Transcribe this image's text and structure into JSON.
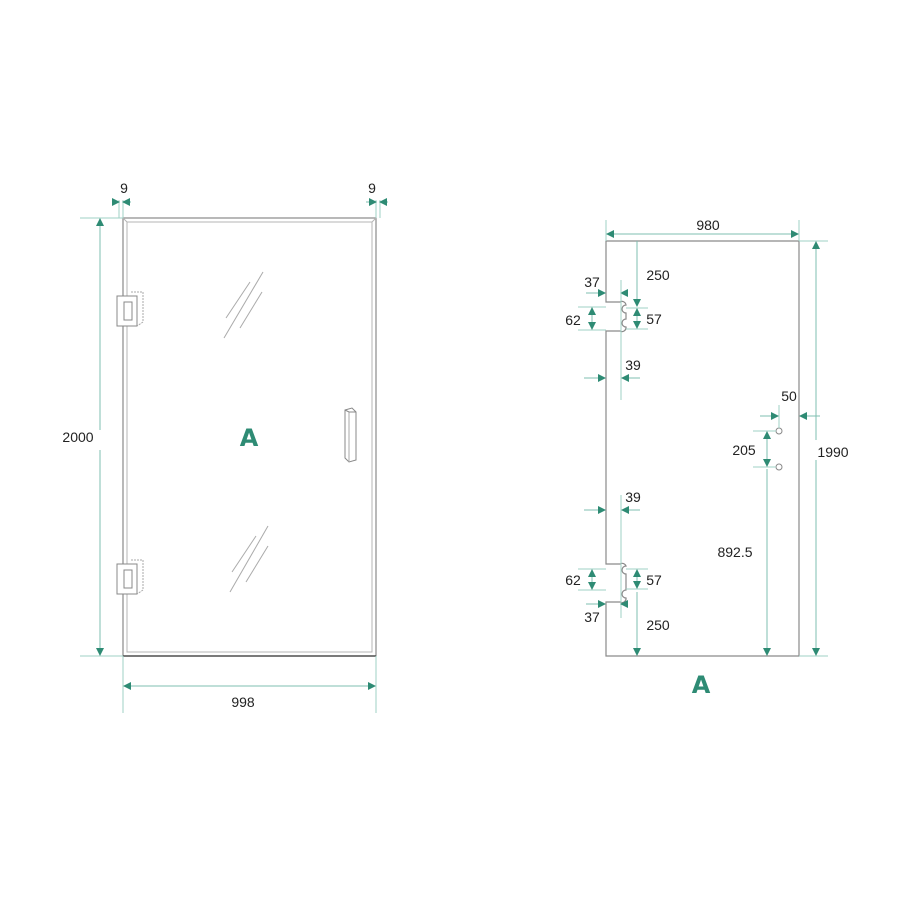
{
  "colors": {
    "accent": "#2e8b74",
    "dimension_line": "#7fbfb0",
    "outline": "#8a8a8a",
    "text": "#222222"
  },
  "left_view": {
    "label": "A",
    "dimensions": {
      "left_gap": "9",
      "right_gap": "9",
      "height": "2000",
      "width": "998"
    },
    "components": [
      "glass-panel",
      "top-hinge",
      "bottom-hinge",
      "door-handle",
      "glass-reflection-top",
      "glass-reflection-bottom"
    ]
  },
  "right_view": {
    "label": "A",
    "dimensions": {
      "width": "980",
      "height": "1990",
      "top_hinge_offset": "250",
      "top_hinge_depth": "37",
      "top_hinge_cutout_height": "62",
      "top_hinge_hole_spacing": "57",
      "top_hinge_hole_offset": "39",
      "bottom_hinge_hole_offset": "39",
      "bottom_hinge_cutout_height": "62",
      "bottom_hinge_hole_spacing": "57",
      "bottom_hinge_depth": "37",
      "bottom_hinge_offset": "250",
      "handle_edge_offset": "50",
      "handle_hole_spacing": "205",
      "handle_height": "892.5"
    }
  }
}
